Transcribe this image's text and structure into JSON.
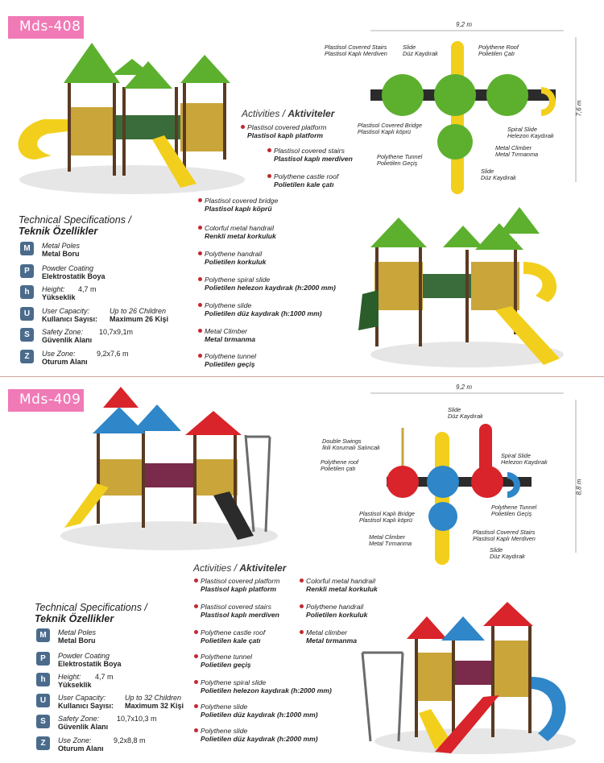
{
  "products": [
    {
      "model": "Mds-408",
      "activities_title_en": "Activities /",
      "activities_title_tr": "Aktiviteler",
      "activities": [
        {
          "en": "Plastisol covered platform",
          "tr": "Plastisol kaplı platform"
        },
        {
          "en": "Plastisol covered stairs",
          "tr": "Plastisol kaplı merdiven"
        },
        {
          "en": "Polythene castle roof",
          "tr": "Polietilen kale çatı"
        },
        {
          "en": "Plastisol covered bridge",
          "tr": "Plastisol kaplı köprü"
        },
        {
          "en": "Colorful metal handrail",
          "tr": "Renkli metal korkuluk"
        },
        {
          "en": "Polythene handrail",
          "tr": "Polietilen korkuluk"
        },
        {
          "en": "Polythene spiral slide",
          "tr": "Polietilen helezon kaydırak (h:2000 mm)"
        },
        {
          "en": "Polythene slide",
          "tr": "Polietilen düz kaydırak (h:1000 mm)"
        },
        {
          "en": "Metal Climber",
          "tr": "Metal tırmanma"
        },
        {
          "en": "Polythene tunnel",
          "tr": "Polietilen geçiş"
        }
      ],
      "spec_title_en": "Technical Specifications /",
      "spec_title_tr": "Teknik Özellikler",
      "specs": [
        {
          "icon": "M",
          "en": "Metal Poles",
          "tr": "Metal Boru",
          "val_en": "",
          "val_tr": ""
        },
        {
          "icon": "P",
          "en": "Powder Coating",
          "tr": "Elektrostatik Boya",
          "val_en": "",
          "val_tr": ""
        },
        {
          "icon": "h",
          "en": "Height:",
          "tr": "Yükseklik",
          "val_en": "4,7 m",
          "val_tr": ""
        },
        {
          "icon": "U",
          "en": "User Capacity:",
          "tr": "Kullanıcı Sayısı:",
          "val_en": "Up to 26 Children",
          "val_tr": "Maximum 26 Kişi"
        },
        {
          "icon": "S",
          "en": "Safety Zone:",
          "tr": "Güvenlik Alanı",
          "val_en": "10,7x9,1m",
          "val_tr": ""
        },
        {
          "icon": "Z",
          "en": "Use Zone:",
          "tr": "Oturum Alanı",
          "val_en": "9,2x7,6 m",
          "val_tr": ""
        }
      ],
      "diagram": {
        "width_dim": "9,2 m",
        "height_dim": "7,6 m",
        "labels": [
          {
            "en": "Plastisol Covered Stairs",
            "tr": "Plastisol Kaplı Merdiven"
          },
          {
            "en": "Slide",
            "tr": "Düz Kaydırak"
          },
          {
            "en": "Polythene Roof",
            "tr": "Polietilen Çatı"
          },
          {
            "en": "Plastisol Covered Bridge",
            "tr": "Plastisol Kaplı köprü"
          },
          {
            "en": "Spiral Slide",
            "tr": "Helezon Kaydırak"
          },
          {
            "en": "Polythene Tunnel",
            "tr": "Polietilen Geçiş"
          },
          {
            "en": "Metal Climber",
            "tr": "Metal Tırmanma"
          },
          {
            "en": "Slide",
            "tr": "Düz Kaydırak"
          }
        ]
      }
    },
    {
      "model": "Mds-409",
      "activities_title_en": "Activities /",
      "activities_title_tr": "Aktiviteler",
      "activities": [
        {
          "en": "Plastisol covered platform",
          "tr": "Plastisol kaplı platform"
        },
        {
          "en": "Plastisol covered stairs",
          "tr": "Plastisol kaplı merdiven"
        },
        {
          "en": "Polythene castle roof",
          "tr": "Polietilen kale çatı"
        },
        {
          "en": "Polythene tunnel",
          "tr": "Polietilen geçiş"
        },
        {
          "en": "Polythene spiral slide",
          "tr": "Polietilen helezon kaydırak (h:2000 mm)"
        },
        {
          "en": "Polythene slide",
          "tr": "Polietilen düz kaydırak (h:1000 mm)"
        },
        {
          "en": "Polythene slide",
          "tr": "Polietilen düz kaydırak (h:2000 mm)"
        },
        {
          "en": "Colorful metal handrail",
          "tr": "Renkli metal korkuluk"
        },
        {
          "en": "Polythene handrail",
          "tr": "Polietilen korkuluk"
        },
        {
          "en": "Metal climber",
          "tr": "Metal tırmanma"
        }
      ],
      "spec_title_en": "Technical Specifications /",
      "spec_title_tr": "Teknik Özellikler",
      "specs": [
        {
          "icon": "M",
          "en": "Metal Poles",
          "tr": "Metal Boru",
          "val_en": "",
          "val_tr": ""
        },
        {
          "icon": "P",
          "en": "Powder Coating",
          "tr": "Elektrostatik Boya",
          "val_en": "",
          "val_tr": ""
        },
        {
          "icon": "h",
          "en": "Height:",
          "tr": "Yükseklik",
          "val_en": "4,7 m",
          "val_tr": ""
        },
        {
          "icon": "U",
          "en": "User Capacity:",
          "tr": "Kullanıcı Sayısı:",
          "val_en": "Up to 32 Children",
          "val_tr": "Maximum 32 Kişi"
        },
        {
          "icon": "S",
          "en": "Safety Zone:",
          "tr": "Güvenlik Alanı",
          "val_en": "10,7x10,3 m",
          "val_tr": ""
        },
        {
          "icon": "Z",
          "en": "Use Zone:",
          "tr": "Oturum Alanı",
          "val_en": "9,2x8,8 m",
          "val_tr": ""
        }
      ],
      "diagram": {
        "width_dim": "9,2 m",
        "height_dim": "8,8 m",
        "labels": [
          {
            "en": "Slide",
            "tr": "Düz Kaydırak"
          },
          {
            "en": "Double Swings",
            "tr": "İkili Korumalı Salıncak"
          },
          {
            "en": "Polythene roof",
            "tr": "Polietilen çatı"
          },
          {
            "en": "Spiral Slide",
            "tr": "Helezon Kaydırak"
          },
          {
            "en": "Polythene Tunnel",
            "tr": "Polietilen Geçiş"
          },
          {
            "en": "Plastisol Kaplı Bridge",
            "tr": "Plastisol Kaplı köprü"
          },
          {
            "en": "Plastisol Covered Stairs",
            "tr": "Plastisol Kaplı Merdiven"
          },
          {
            "en": "Metal Climber",
            "tr": "Metal Tırmanma"
          },
          {
            "en": "Slide",
            "tr": "Düz Kaydırak"
          }
        ]
      }
    }
  ],
  "colors": {
    "badge": "#f07ab6",
    "bullet": "#c5282f",
    "roof_green": "#5cb02e",
    "slide_yellow": "#f2cf1c",
    "roof_red": "#d8242a",
    "roof_blue": "#2f86c8",
    "icon": "#4a6b8c"
  }
}
